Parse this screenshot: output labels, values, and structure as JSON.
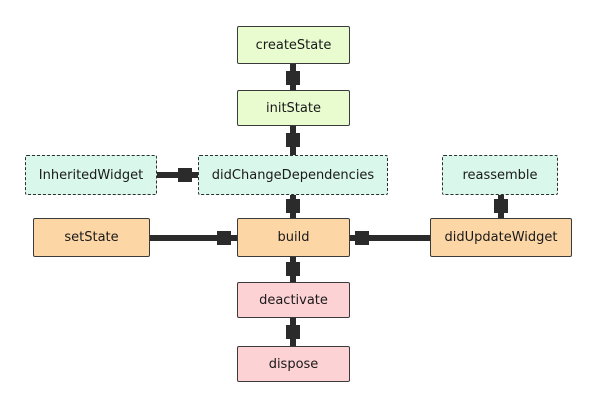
{
  "nodes": {
    "create_state": "createState",
    "init_state": "initState",
    "inherited_widget": "InheritedWidget",
    "did_change_dependencies": "didChangeDependencies",
    "reassemble": "reassemble",
    "set_state": "setState",
    "build": "build",
    "did_update_widget": "didUpdateWidget",
    "deactivate": "deactivate",
    "dispose": "dispose"
  },
  "colors": {
    "lifecycle_start": "#e8fccf",
    "dependency": "#d9f7ea",
    "build_phase": "#fdd6a6",
    "teardown": "#fdd2d5",
    "connector": "#2b2b2b"
  }
}
